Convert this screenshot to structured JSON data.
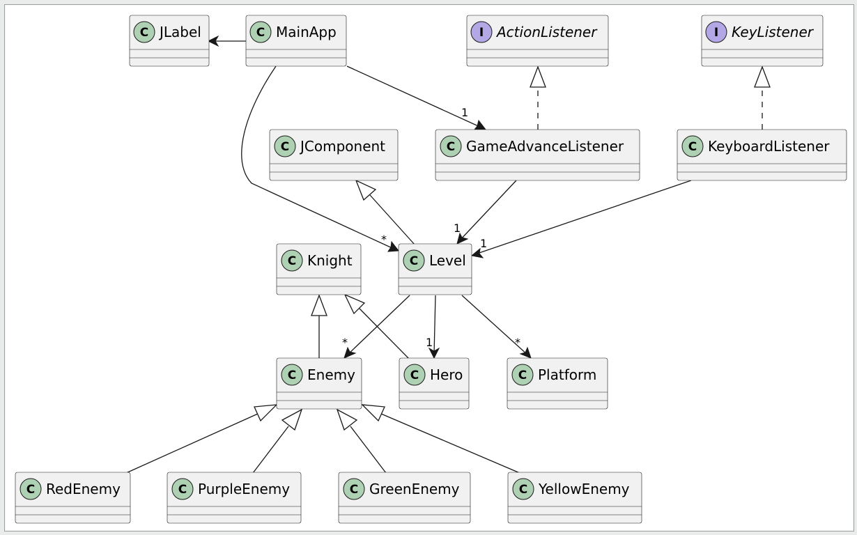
{
  "classes": {
    "jlabel": {
      "name": "JLabel",
      "stereotype": "C"
    },
    "mainapp": {
      "name": "MainApp",
      "stereotype": "C"
    },
    "actionlistener": {
      "name": "ActionListener",
      "stereotype": "I"
    },
    "keylistener": {
      "name": "KeyListener",
      "stereotype": "I"
    },
    "jcomponent": {
      "name": "JComponent",
      "stereotype": "C"
    },
    "gameadvancelistener": {
      "name": "GameAdvanceListener",
      "stereotype": "C"
    },
    "keyboardlistener": {
      "name": "KeyboardListener",
      "stereotype": "C"
    },
    "knight": {
      "name": "Knight",
      "stereotype": "C"
    },
    "level": {
      "name": "Level",
      "stereotype": "C"
    },
    "enemy": {
      "name": "Enemy",
      "stereotype": "C"
    },
    "hero": {
      "name": "Hero",
      "stereotype": "C"
    },
    "platform": {
      "name": "Platform",
      "stereotype": "C"
    },
    "redenemy": {
      "name": "RedEnemy",
      "stereotype": "C"
    },
    "purpleenemy": {
      "name": "PurpleEnemy",
      "stereotype": "C"
    },
    "greenenemy": {
      "name": "GreenEnemy",
      "stereotype": "C"
    },
    "yellowenemy": {
      "name": "YellowEnemy",
      "stereotype": "C"
    }
  },
  "relations": {
    "mainapp_to_jlabel": {
      "from": "MainApp",
      "to": "JLabel",
      "kind": "association"
    },
    "mainapp_to_gameadvancelistener": {
      "from": "MainApp",
      "to": "GameAdvanceListener",
      "kind": "association",
      "multiplicity": "1"
    },
    "mainapp_to_level": {
      "from": "MainApp",
      "to": "Level",
      "kind": "association",
      "multiplicity": "*"
    },
    "gameadvancelistener_implements": {
      "from": "GameAdvanceListener",
      "to": "ActionListener",
      "kind": "realization"
    },
    "keyboardlistener_implements": {
      "from": "KeyboardListener",
      "to": "KeyListener",
      "kind": "realization"
    },
    "gameadvancelistener_to_level": {
      "from": "GameAdvanceListener",
      "to": "Level",
      "kind": "association",
      "multiplicity": "1"
    },
    "keyboardlistener_to_level": {
      "from": "KeyboardListener",
      "to": "Level",
      "kind": "association",
      "multiplicity": "1"
    },
    "level_extends_jcomponent": {
      "from": "Level",
      "to": "JComponent",
      "kind": "generalization"
    },
    "level_to_enemy": {
      "from": "Level",
      "to": "Enemy",
      "kind": "association",
      "multiplicity": "*"
    },
    "level_to_hero": {
      "from": "Level",
      "to": "Hero",
      "kind": "association",
      "multiplicity": "1"
    },
    "level_to_platform": {
      "from": "Level",
      "to": "Platform",
      "kind": "association",
      "multiplicity": "*"
    },
    "enemy_extends_knight": {
      "from": "Enemy",
      "to": "Knight",
      "kind": "generalization"
    },
    "hero_extends_knight": {
      "from": "Hero",
      "to": "Knight",
      "kind": "generalization"
    },
    "redenemy_extends_enemy": {
      "from": "RedEnemy",
      "to": "Enemy",
      "kind": "generalization"
    },
    "purpleenemy_extends_enemy": {
      "from": "PurpleEnemy",
      "to": "Enemy",
      "kind": "generalization"
    },
    "greenenemy_extends_enemy": {
      "from": "GreenEnemy",
      "to": "Enemy",
      "kind": "generalization"
    },
    "yellowenemy_extends_enemy": {
      "from": "YellowEnemy",
      "to": "Enemy",
      "kind": "generalization"
    }
  },
  "colors": {
    "class_fill": "#f1f1f1",
    "class_badge": "#add1b2",
    "interface_badge": "#b4a7e5",
    "line": "#181818"
  }
}
